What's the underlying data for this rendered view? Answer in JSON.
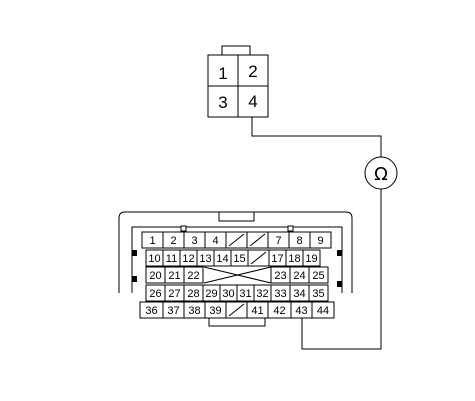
{
  "top_connector": {
    "pins": [
      "1",
      "2",
      "3",
      "4"
    ]
  },
  "meter_symbol": "Ω",
  "bottom_connector": {
    "row1": [
      "1",
      "2",
      "3",
      "4",
      "7",
      "8",
      "9"
    ],
    "row2": [
      "10",
      "11",
      "12",
      "13",
      "14",
      "15",
      "17",
      "18",
      "19"
    ],
    "row3": [
      "20",
      "21",
      "22",
      "23",
      "24",
      "25"
    ],
    "row4": [
      "26",
      "27",
      "28",
      "29",
      "30",
      "31",
      "32",
      "33",
      "34",
      "35"
    ],
    "row5": [
      "36",
      "37",
      "38",
      "39",
      "41",
      "42",
      "43",
      "44"
    ]
  }
}
